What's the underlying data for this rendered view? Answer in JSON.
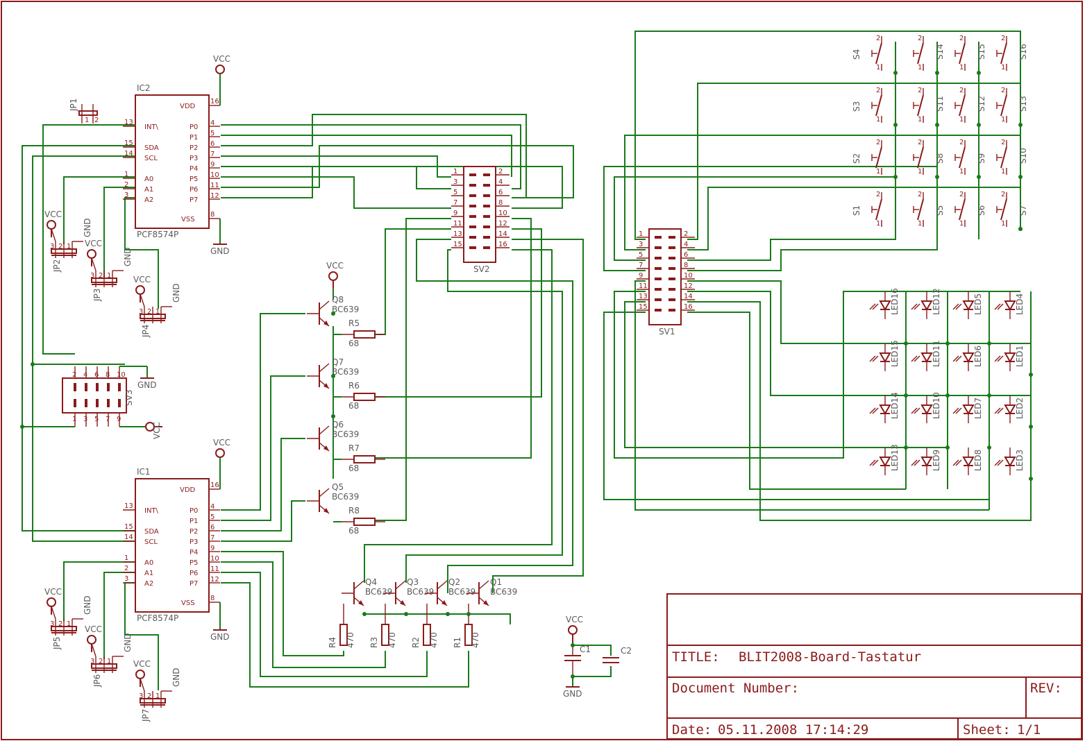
{
  "title_block": {
    "title_label": "TITLE:",
    "title": "BLIT2008-Board-Tastatur",
    "doc_number_label": "Document Number:",
    "rev_label": "REV:",
    "date_label": "Date:",
    "date": "05.11.2008 17:14:29",
    "sheet_label": "Sheet:",
    "sheet": "1/1"
  },
  "labels": {
    "ic2": "IC2",
    "ic1": "IC1",
    "ic_type": "PCF8574P",
    "vcc": "VCC",
    "gnd": "GND",
    "sv1": "SV1",
    "sv2": "SV2",
    "sv3": "SV3",
    "jp1": "JP1",
    "jp2": "JP2",
    "jp3": "JP3",
    "jp4": "JP4",
    "jp5": "JP5",
    "jp6": "JP6",
    "jp7": "JP7",
    "c1": "C1",
    "c2": "C2",
    "bc639": "BC639",
    "r_base_value": "68",
    "r_col_value": "470"
  },
  "ic_pins": {
    "left": [
      {
        "name": "INT\\",
        "num": "13"
      },
      {
        "name": "SDA",
        "num": "15"
      },
      {
        "name": "SCL",
        "num": "14"
      },
      {
        "name": "A0",
        "num": "1"
      },
      {
        "name": "A1",
        "num": "2"
      },
      {
        "name": "A2",
        "num": "3"
      }
    ],
    "vdd": {
      "name": "VDD",
      "num": "16"
    },
    "vss": {
      "name": "VSS",
      "num": "8"
    },
    "ports": [
      {
        "name": "P0",
        "num": "4"
      },
      {
        "name": "P1",
        "num": "5"
      },
      {
        "name": "P2",
        "num": "6"
      },
      {
        "name": "P3",
        "num": "7"
      },
      {
        "name": "P4",
        "num": "9"
      },
      {
        "name": "P5",
        "num": "10"
      },
      {
        "name": "P6",
        "num": "11"
      },
      {
        "name": "P7",
        "num": "12"
      }
    ]
  },
  "header_pins": {
    "odd": [
      "1",
      "3",
      "5",
      "7",
      "9",
      "11",
      "13",
      "15"
    ],
    "even": [
      "2",
      "4",
      "6",
      "8",
      "10",
      "12",
      "14",
      "16"
    ]
  },
  "sv3_pins": {
    "top": [
      "2",
      "4",
      "6",
      "8",
      "10"
    ],
    "bottom": [
      "1",
      "3",
      "5",
      "7",
      "9"
    ]
  },
  "jumper_pins": [
    "3",
    "2",
    "1"
  ],
  "transistors_upper": [
    "Q8",
    "Q7",
    "Q6",
    "Q5"
  ],
  "resistors_upper": [
    "R5",
    "R6",
    "R7",
    "R8"
  ],
  "transistors_lower": [
    "Q4",
    "Q3",
    "Q2",
    "Q1"
  ],
  "resistors_lower": [
    "R4",
    "R3",
    "R2",
    "R1"
  ],
  "switch_rows": [
    [
      "S4",
      "S14",
      "S15",
      "S16"
    ],
    [
      "S3",
      "S11",
      "S12",
      "S13"
    ],
    [
      "S2",
      "S8",
      "S9",
      "S10"
    ],
    [
      "S1",
      "S5",
      "S6",
      "S7"
    ]
  ],
  "switch_pins": [
    "2",
    "1"
  ],
  "led_rows": [
    [
      "LED16",
      "LED12",
      "LED5",
      "LED4"
    ],
    [
      "LED15",
      "LED11",
      "LED6",
      "LED1"
    ],
    [
      "LED14",
      "LED10",
      "LED7",
      "LED2"
    ],
    [
      "LED13",
      "LED9",
      "LED8",
      "LED3"
    ]
  ],
  "colors": {
    "component": "#8b1a1a",
    "wire": "#1a7a1a",
    "label": "#5a5a5a"
  }
}
